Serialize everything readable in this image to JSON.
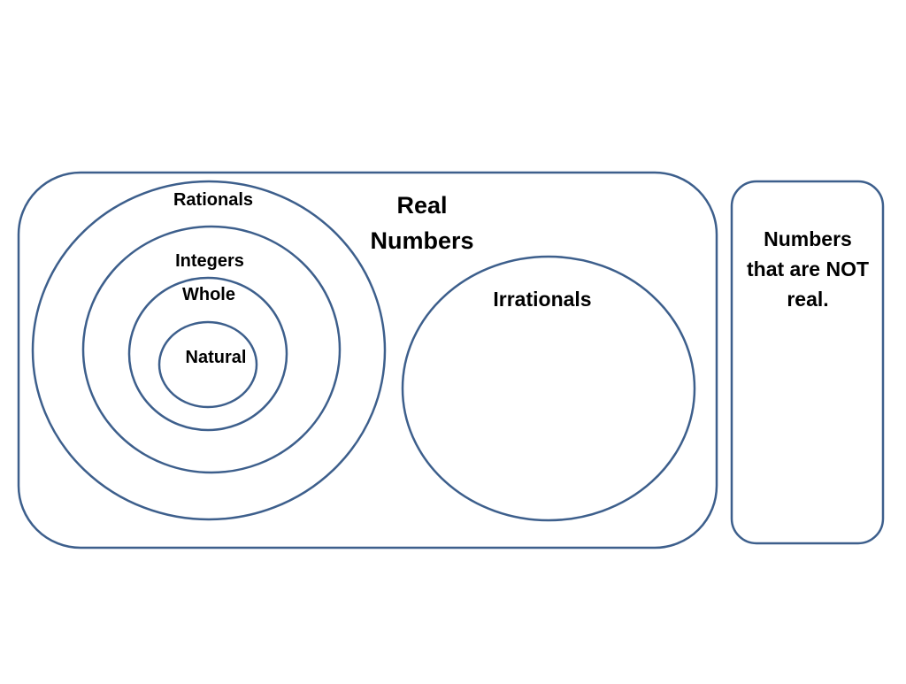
{
  "diagram": {
    "real_numbers": {
      "line1": "Real",
      "line2": "Numbers"
    },
    "rationals": "Rationals",
    "integers": "Integers",
    "whole": "Whole",
    "natural": "Natural",
    "irrationals": "Irrationals",
    "not_real": {
      "line1": "Numbers",
      "line2": "that are NOT",
      "line3": "real."
    },
    "colors": {
      "stroke": "#3d5f8c",
      "text": "#000000",
      "background": "#ffffff"
    }
  }
}
